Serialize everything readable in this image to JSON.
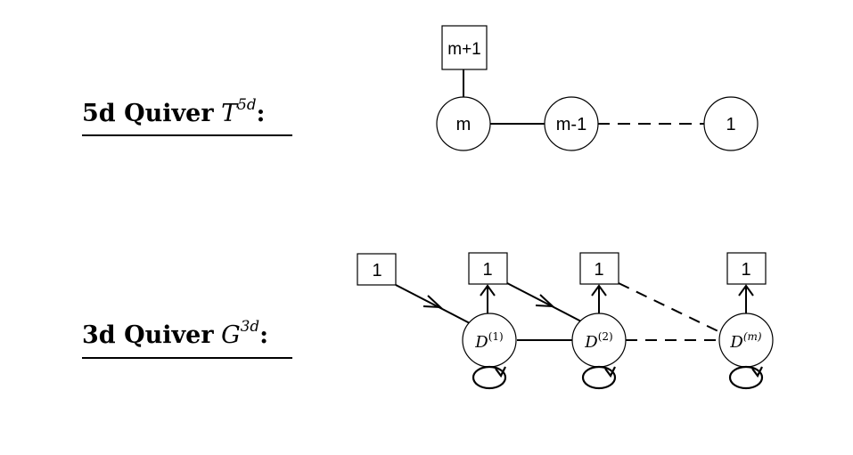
{
  "labels": {
    "five_d": {
      "prefix": "5d Quiver",
      "symbol": "T",
      "sup": "5d",
      "suffix": ":"
    },
    "three_d": {
      "prefix": "3d Quiver",
      "symbol": "G",
      "sup": "3d",
      "suffix": ":"
    }
  },
  "five_d_quiver": {
    "flavor_box": "m+1",
    "nodes": [
      "m",
      "m-1",
      "1"
    ]
  },
  "three_d_quiver": {
    "left_box": "1",
    "top_boxes": [
      "1",
      "1",
      "1"
    ],
    "nodes": [
      {
        "base": "D",
        "sup": "(1)"
      },
      {
        "base": "D",
        "sup": "(2)"
      },
      {
        "base": "D",
        "sup": "(m)"
      }
    ]
  }
}
